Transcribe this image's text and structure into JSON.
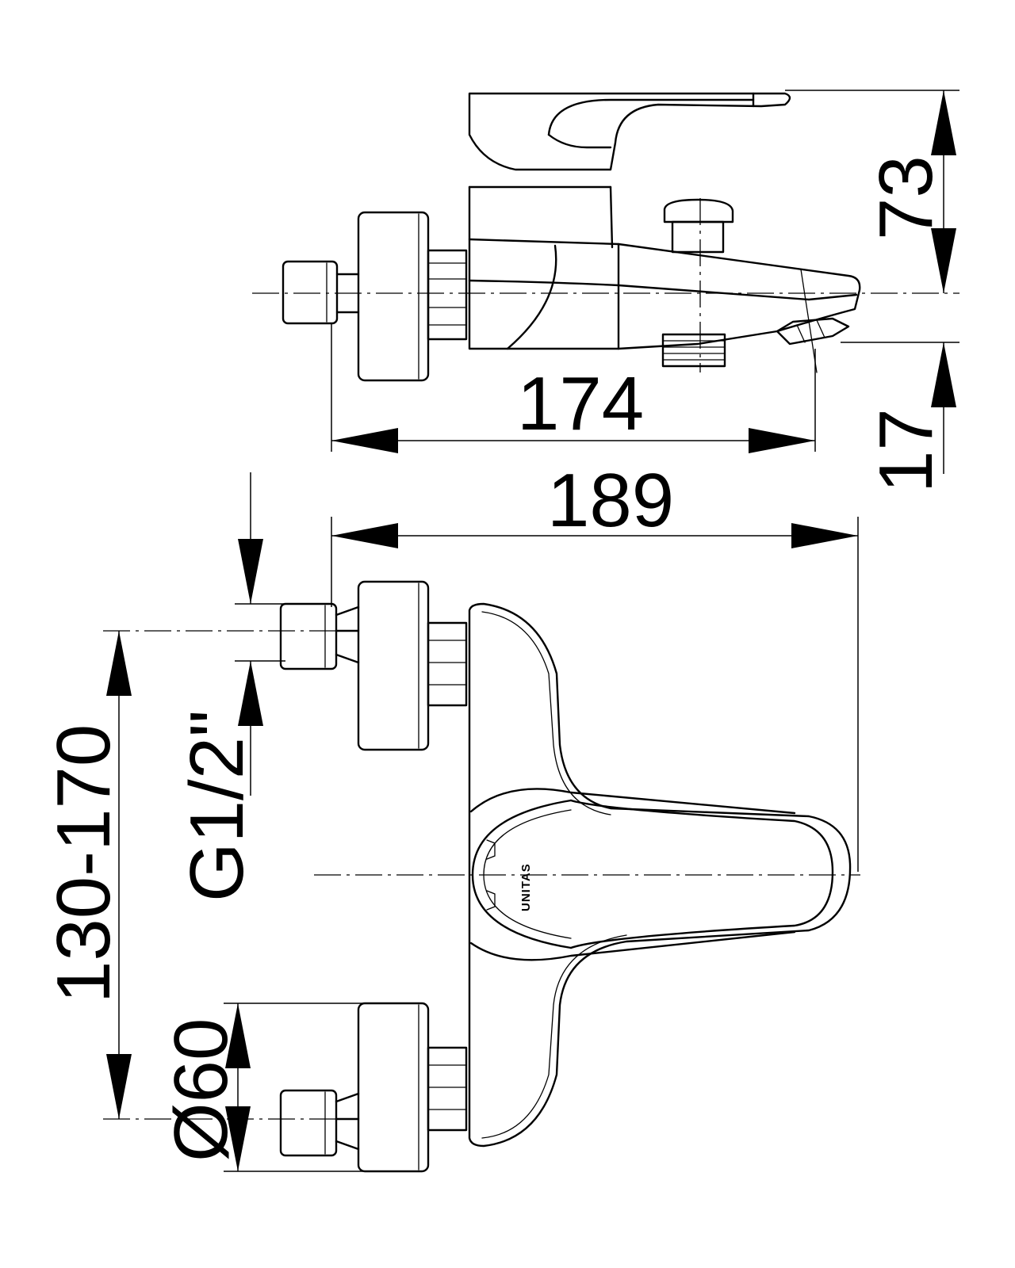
{
  "dimensions": {
    "width_top": "174",
    "width_total": "189",
    "height_handle": "73",
    "spout_drop": "17",
    "center_distance": "130-170",
    "thread": "G1/2\"",
    "escutcheon_diameter": "Ø60"
  },
  "brand": {
    "logo_text": "UNITAS"
  }
}
